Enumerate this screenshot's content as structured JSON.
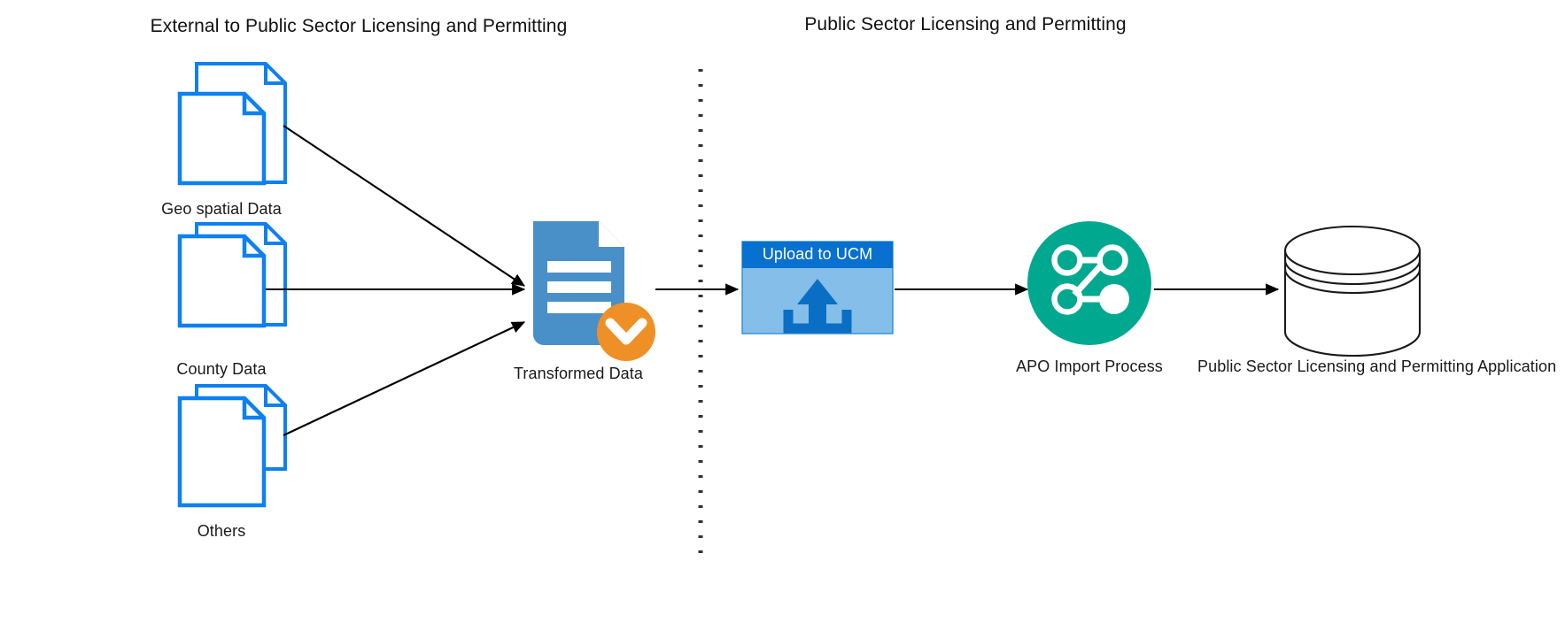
{
  "diagram": {
    "title_left": "External to Public Sector Licensing and Permitting",
    "title_right": "Public Sector Licensing and Permitting",
    "colors": {
      "doc_outline_blue": "#0d80f2",
      "transformed_doc_blue": "#4a90c8",
      "check_badge_orange": "#ef9026",
      "ucm_header_blue": "#0870cf",
      "ucm_body_blue": "#85bee9",
      "ucm_icon_blue": "#0a6fc4",
      "process_teal": "#00a890",
      "stroke_black": "#000000",
      "background": "#ffffff"
    },
    "sources": [
      {
        "label": "Geo spatial Data",
        "icon": "document-stack-icon"
      },
      {
        "label": "County Data",
        "icon": "document-stack-icon"
      },
      {
        "label": "Others",
        "icon": "document-stack-icon"
      }
    ],
    "transformed": {
      "label": "Transformed Data",
      "icon": "document-check-icon",
      "badge": "check-badge-icon"
    },
    "upload": {
      "title": "Upload to UCM",
      "icon": "upload-arrow-icon"
    },
    "process": {
      "label": "APO Import Process",
      "icon": "network-nodes-icon"
    },
    "database": {
      "label": "Public Sector Licensing and Permitting Application",
      "icon": "database-cylinder-icon"
    },
    "divider": {
      "name": "dotted-boundary-divider"
    },
    "connectors": [
      {
        "from": "Geo spatial Data",
        "to": "Transformed Data"
      },
      {
        "from": "County Data",
        "to": "Transformed Data"
      },
      {
        "from": "Others",
        "to": "Transformed Data"
      },
      {
        "from": "Transformed Data",
        "to": "Upload to UCM"
      },
      {
        "from": "Upload to UCM",
        "to": "APO Import Process"
      },
      {
        "from": "APO Import Process",
        "to": "Public Sector Licensing and Permitting Application"
      }
    ]
  }
}
